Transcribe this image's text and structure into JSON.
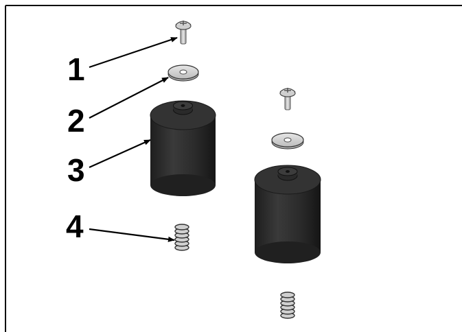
{
  "figure": {
    "callouts": [
      {
        "number": "1",
        "part": "screw"
      },
      {
        "number": "2",
        "part": "washer"
      },
      {
        "number": "3",
        "part": "rubber-bumper"
      },
      {
        "number": "4",
        "part": "spring"
      }
    ]
  },
  "colors": {
    "frame": "#000000",
    "bumper_body": "#2a2a2a",
    "bumper_top": "#3a3a3a",
    "washer": "#d9d9d9",
    "metal": "#bfbfbf",
    "outline": "#111111"
  }
}
